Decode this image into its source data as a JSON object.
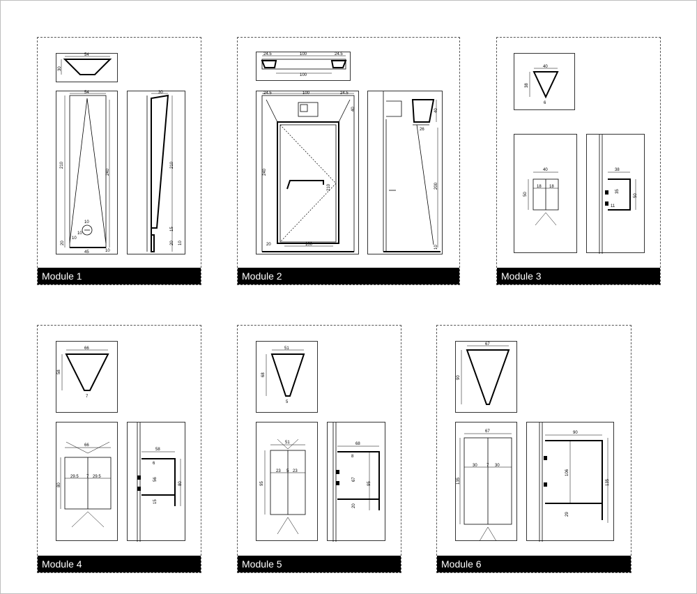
{
  "modules": [
    {
      "label": "Module 1",
      "plan_top": "54",
      "plan_side": "30",
      "front_top": "54",
      "front_left": "210",
      "front_right": "240",
      "front_b1": "10",
      "front_b2": "10",
      "front_b3": "10",
      "front_b4": "45",
      "front_b5": "20",
      "front_b6": "10",
      "side_top": "30",
      "side_right": "210",
      "side_b1": "15",
      "side_b2": "20",
      "side_b3": "10"
    },
    {
      "label": "Module 2",
      "plan_left": "24.5",
      "plan_mid": "100",
      "plan_right": "24.5",
      "plan_bottom": "100",
      "front_left": "24.5",
      "front_mid": "100",
      "front_right": "24.5",
      "front_side": "40",
      "front_h_left": "240",
      "front_h_door": "210",
      "front_bottom_left": "20",
      "front_bottom_mid": "100",
      "side_top": "40",
      "side_w": "26",
      "side_h": "200",
      "side_b": "10"
    },
    {
      "label": "Module 3",
      "plan_top": "40",
      "plan_side": "38",
      "plan_bottom": "6",
      "front_top": "40",
      "front_left": "50",
      "front_a": "18",
      "front_b": "18",
      "side_top": "38",
      "side_mid": "35",
      "side_low": "11",
      "side_right": "50"
    },
    {
      "label": "Module 4",
      "plan_top": "66",
      "plan_side": "58",
      "plan_bottom": "7",
      "front_top": "66",
      "front_left": "80",
      "front_a": "29.5",
      "front_b": "7",
      "front_c": "29.5",
      "side_top": "58",
      "side_mid": "56",
      "side_low": "15",
      "side_right": "80",
      "side_small": "6"
    },
    {
      "label": "Module 5",
      "plan_top": "51",
      "plan_side": "68",
      "plan_bottom": "5",
      "front_top": "51",
      "front_left": "95",
      "front_a": "23",
      "front_b": "5",
      "front_c": "23",
      "side_top": "68",
      "side_mid": "67",
      "side_low": "20",
      "side_right": "95",
      "side_small": "8"
    },
    {
      "label": "Module 6",
      "plan_top": "67",
      "plan_side": "90",
      "front_top": "67",
      "front_left": "135",
      "front_a": "30",
      "front_b": "7",
      "front_c": "30",
      "side_top": "90",
      "side_mid": "106",
      "side_low": "29",
      "side_right": "135"
    }
  ]
}
